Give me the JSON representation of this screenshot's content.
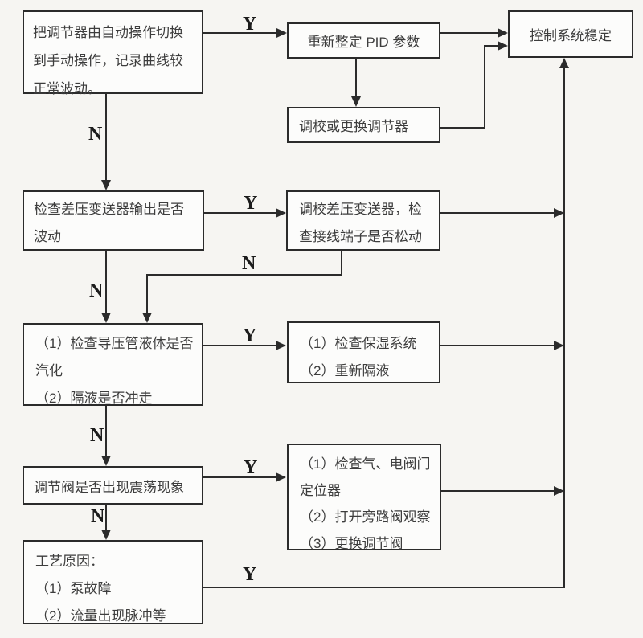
{
  "colors": {
    "page_bg": "#f6f5f2",
    "box_bg": "#fcfcfb",
    "line": "#2b2b2b",
    "text": "#3d3d3d",
    "label": "#1c1c1c"
  },
  "edge_labels": {
    "yes": "Y",
    "no": "N"
  },
  "boxes": {
    "start": {
      "lines": [
        "把调节器由自动操作切换",
        "到手动操作，记录曲线较",
        "正常波动。"
      ]
    },
    "retune_pid": {
      "lines": [
        "重新整定 PID 参数"
      ]
    },
    "replace_controller": {
      "lines": [
        "调校或更换调节器"
      ]
    },
    "system_stable": {
      "lines": [
        "控制系统稳定"
      ]
    },
    "check_transmitter": {
      "lines": [
        "检查差压变送器输出是否",
        "波动"
      ]
    },
    "calibrate_transmitter": {
      "lines": [
        "调校差压变送器，检",
        "查接线端子是否松动"
      ]
    },
    "check_impulse_line": {
      "lines": [
        "（1）检查导压管液体是否",
        "汽化",
        "（2）隔液是否冲走"
      ]
    },
    "check_heat_system": {
      "lines": [
        "（1）检查保湿系统",
        "（2）重新隔液"
      ]
    },
    "valve_oscillation": {
      "lines": [
        "调节阀是否出现震荡现象"
      ]
    },
    "valve_actions": {
      "lines": [
        "（1）检查气、电阀门",
        "定位器",
        "（2）打开旁路阀观察",
        "（3）更换调节阀"
      ]
    },
    "process_cause": {
      "lines": [
        "工艺原因：",
        "（1）泵故障",
        "（2）流量出现脉冲等"
      ]
    }
  }
}
